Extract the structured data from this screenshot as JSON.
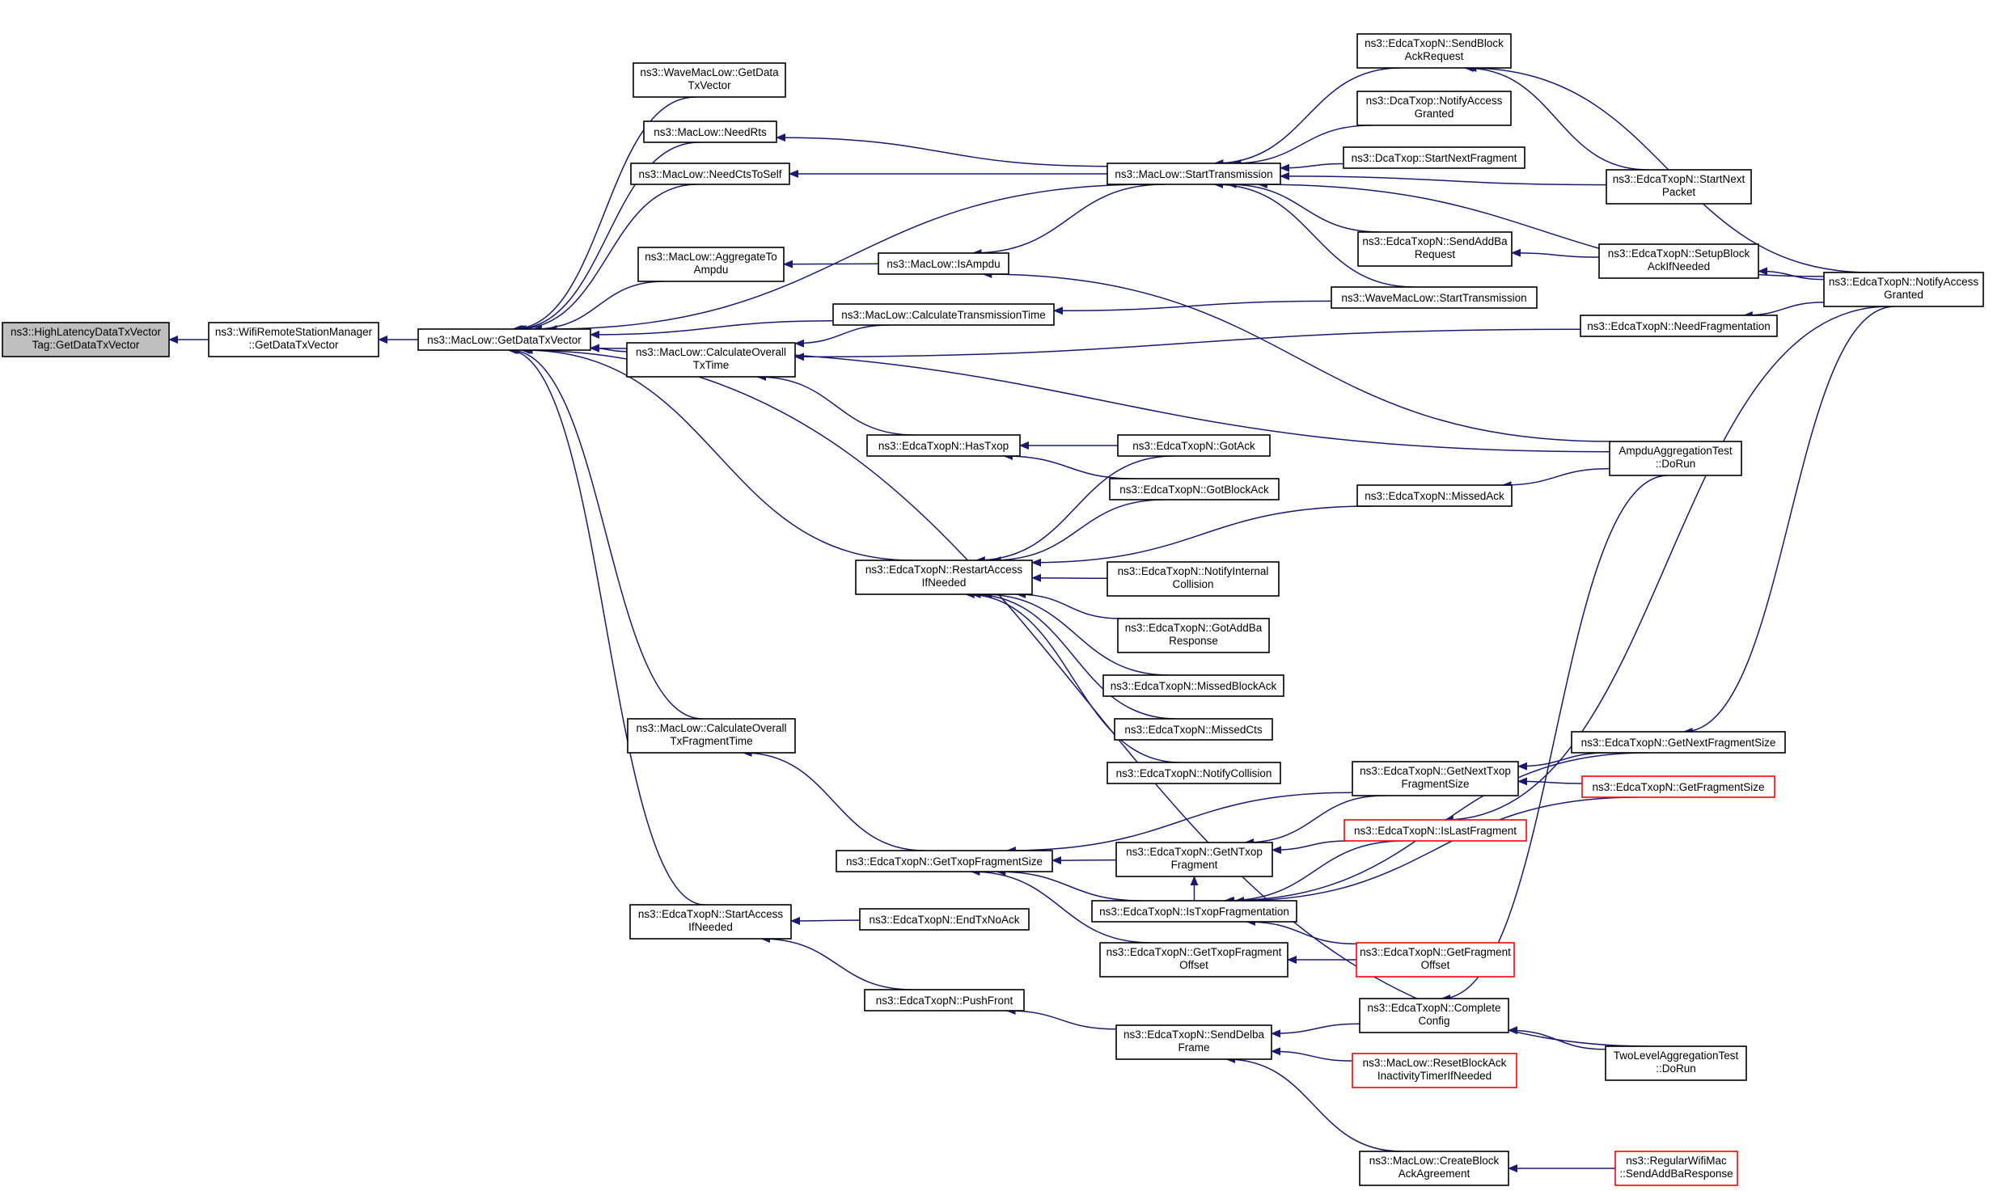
{
  "colors": {
    "edge": "#191970",
    "node_border": "#000000",
    "truncated_border": "#ff0000",
    "root_fill": "#bfbfbf",
    "node_fill": "#ffffff"
  },
  "nodes": [
    {
      "id": "n0",
      "lines": [
        "ns3::HighLatencyDataTxVector",
        "Tag::GetDataTxVector"
      ],
      "root": true
    },
    {
      "id": "n1",
      "lines": [
        "ns3::WifiRemoteStationManager",
        "::GetDataTxVector"
      ]
    },
    {
      "id": "n2",
      "lines": [
        "ns3::MacLow::GetDataTxVector"
      ]
    },
    {
      "id": "n3",
      "lines": [
        "ns3::WaveMacLow::GetData",
        "TxVector"
      ]
    },
    {
      "id": "n4",
      "lines": [
        "ns3::MacLow::NeedRts"
      ]
    },
    {
      "id": "n5",
      "lines": [
        "ns3::MacLow::NeedCtsToSelf"
      ]
    },
    {
      "id": "n6",
      "lines": [
        "ns3::MacLow::AggregateTo",
        "Ampdu"
      ]
    },
    {
      "id": "n7",
      "lines": [
        "ns3::MacLow::CalculateOverall",
        "TxTime"
      ]
    },
    {
      "id": "n8",
      "lines": [
        "ns3::MacLow::CalculateOverall",
        "TxFragmentTime"
      ]
    },
    {
      "id": "n9",
      "lines": [
        "ns3::EdcaTxopN::StartAccess",
        "IfNeeded"
      ]
    },
    {
      "id": "n10",
      "lines": [
        "ns3::MacLow::IsAmpdu"
      ]
    },
    {
      "id": "n11",
      "lines": [
        "ns3::MacLow::CalculateTransmissionTime"
      ]
    },
    {
      "id": "n12",
      "lines": [
        "ns3::EdcaTxopN::HasTxop"
      ]
    },
    {
      "id": "n13",
      "lines": [
        "ns3::EdcaTxopN::RestartAccess",
        "IfNeeded"
      ]
    },
    {
      "id": "n14",
      "lines": [
        "ns3::EdcaTxopN::GetTxopFragmentSize"
      ]
    },
    {
      "id": "n15",
      "lines": [
        "ns3::EdcaTxopN::EndTxNoAck"
      ]
    },
    {
      "id": "n16",
      "lines": [
        "ns3::EdcaTxopN::PushFront"
      ]
    },
    {
      "id": "n17",
      "lines": [
        "ns3::MacLow::StartTransmission"
      ]
    },
    {
      "id": "n18",
      "lines": [
        "ns3::EdcaTxopN::GotAck"
      ]
    },
    {
      "id": "n19",
      "lines": [
        "ns3::EdcaTxopN::GotBlockAck"
      ]
    },
    {
      "id": "n20",
      "lines": [
        "ns3::EdcaTxopN::NotifyInternal",
        "Collision"
      ]
    },
    {
      "id": "n21",
      "lines": [
        "ns3::EdcaTxopN::GotAddBa",
        "Response"
      ]
    },
    {
      "id": "n22",
      "lines": [
        "ns3::EdcaTxopN::MissedBlockAck"
      ]
    },
    {
      "id": "n23",
      "lines": [
        "ns3::EdcaTxopN::MissedCts"
      ]
    },
    {
      "id": "n24",
      "lines": [
        "ns3::EdcaTxopN::NotifyCollision"
      ]
    },
    {
      "id": "n25",
      "lines": [
        "ns3::EdcaTxopN::GetNTxop",
        "Fragment"
      ]
    },
    {
      "id": "n26",
      "lines": [
        "ns3::EdcaTxopN::IsTxopFragmentation"
      ]
    },
    {
      "id": "n27",
      "lines": [
        "ns3::EdcaTxopN::GetTxopFragment",
        "Offset"
      ]
    },
    {
      "id": "n28",
      "lines": [
        "ns3::EdcaTxopN::SendDelba",
        "Frame"
      ]
    },
    {
      "id": "n29",
      "lines": [
        "ns3::EdcaTxopN::SendBlock",
        "AckRequest"
      ]
    },
    {
      "id": "n30",
      "lines": [
        "ns3::DcaTxop::NotifyAccess",
        "Granted"
      ]
    },
    {
      "id": "n31",
      "lines": [
        "ns3::DcaTxop::StartNextFragment"
      ]
    },
    {
      "id": "n32",
      "lines": [
        "ns3::EdcaTxopN::SendAddBa",
        "Request"
      ]
    },
    {
      "id": "n33",
      "lines": [
        "ns3::WaveMacLow::StartTransmission"
      ]
    },
    {
      "id": "n34",
      "lines": [
        "ns3::EdcaTxopN::MissedAck"
      ]
    },
    {
      "id": "n35",
      "lines": [
        "ns3::EdcaTxopN::GetNextTxop",
        "FragmentSize"
      ]
    },
    {
      "id": "n36",
      "lines": [
        "ns3::EdcaTxopN::IsLastFragment"
      ],
      "truncated": true
    },
    {
      "id": "n37",
      "lines": [
        "ns3::EdcaTxopN::GetFragment",
        "Offset"
      ],
      "truncated": true
    },
    {
      "id": "n38",
      "lines": [
        "ns3::EdcaTxopN::Complete",
        "Config"
      ]
    },
    {
      "id": "n39",
      "lines": [
        "ns3::MacLow::ResetBlockAck",
        "InactivityTimerIfNeeded"
      ],
      "truncated": true
    },
    {
      "id": "n40",
      "lines": [
        "ns3::MacLow::CreateBlock",
        "AckAgreement"
      ]
    },
    {
      "id": "n41",
      "lines": [
        "ns3::EdcaTxopN::StartNext",
        "Packet"
      ]
    },
    {
      "id": "n42",
      "lines": [
        "ns3::EdcaTxopN::SetupBlock",
        "AckIfNeeded"
      ]
    },
    {
      "id": "n43",
      "lines": [
        "ns3::EdcaTxopN::NeedFragmentation"
      ]
    },
    {
      "id": "n44",
      "lines": [
        "AmpduAggregationTest",
        "::DoRun"
      ]
    },
    {
      "id": "n45",
      "lines": [
        "ns3::EdcaTxopN::GetNextFragmentSize"
      ]
    },
    {
      "id": "n46",
      "lines": [
        "ns3::EdcaTxopN::GetFragmentSize"
      ],
      "truncated": true
    },
    {
      "id": "n47",
      "lines": [
        "TwoLevelAggregationTest",
        "::DoRun"
      ]
    },
    {
      "id": "n48",
      "lines": [
        "ns3::RegularWifiMac",
        "::SendAddBaResponse"
      ],
      "truncated": true
    },
    {
      "id": "n49",
      "lines": [
        "ns3::EdcaTxopN::NotifyAccess",
        "Granted"
      ]
    }
  ],
  "edges": [
    [
      "n0",
      "n1"
    ],
    [
      "n1",
      "n2"
    ],
    [
      "n2",
      "n3"
    ],
    [
      "n2",
      "n4"
    ],
    [
      "n2",
      "n5"
    ],
    [
      "n2",
      "n6"
    ],
    [
      "n2",
      "n7"
    ],
    [
      "n2",
      "n8"
    ],
    [
      "n2",
      "n9"
    ],
    [
      "n2",
      "n11"
    ],
    [
      "n2",
      "n13"
    ],
    [
      "n2",
      "n17"
    ],
    [
      "n2",
      "n44"
    ],
    [
      "n2",
      "n47"
    ],
    [
      "n6",
      "n10"
    ],
    [
      "n7",
      "n11"
    ],
    [
      "n7",
      "n12"
    ],
    [
      "n7",
      "n43"
    ],
    [
      "n8",
      "n14"
    ],
    [
      "n9",
      "n15"
    ],
    [
      "n9",
      "n16"
    ],
    [
      "n10",
      "n17"
    ],
    [
      "n10",
      "n44"
    ],
    [
      "n11",
      "n33"
    ],
    [
      "n12",
      "n18"
    ],
    [
      "n12",
      "n19"
    ],
    [
      "n13",
      "n18"
    ],
    [
      "n13",
      "n19"
    ],
    [
      "n13",
      "n34"
    ],
    [
      "n13",
      "n20"
    ],
    [
      "n13",
      "n21"
    ],
    [
      "n13",
      "n22"
    ],
    [
      "n13",
      "n23"
    ],
    [
      "n13",
      "n24"
    ],
    [
      "n14",
      "n35"
    ],
    [
      "n14",
      "n25"
    ],
    [
      "n14",
      "n26"
    ],
    [
      "n14",
      "n27"
    ],
    [
      "n16",
      "n28"
    ],
    [
      "n4",
      "n17"
    ],
    [
      "n5",
      "n17"
    ],
    [
      "n17",
      "n29"
    ],
    [
      "n17",
      "n30"
    ],
    [
      "n17",
      "n31"
    ],
    [
      "n17",
      "n41"
    ],
    [
      "n17",
      "n32"
    ],
    [
      "n17",
      "n33"
    ],
    [
      "n17",
      "n49"
    ],
    [
      "n25",
      "n35"
    ],
    [
      "n25",
      "n36"
    ],
    [
      "n25",
      "n26"
    ],
    [
      "n26",
      "n45"
    ],
    [
      "n26",
      "n46"
    ],
    [
      "n26",
      "n36"
    ],
    [
      "n26",
      "n37"
    ],
    [
      "n27",
      "n37"
    ],
    [
      "n28",
      "n38"
    ],
    [
      "n28",
      "n39"
    ],
    [
      "n28",
      "n40"
    ],
    [
      "n29",
      "n41"
    ],
    [
      "n29",
      "n49"
    ],
    [
      "n32",
      "n42"
    ],
    [
      "n34",
      "n44"
    ],
    [
      "n35",
      "n45"
    ],
    [
      "n35",
      "n46"
    ],
    [
      "n36",
      "n49"
    ],
    [
      "n38",
      "n44"
    ],
    [
      "n38",
      "n47"
    ],
    [
      "n40",
      "n48"
    ],
    [
      "n42",
      "n49"
    ],
    [
      "n43",
      "n49"
    ],
    [
      "n45",
      "n49"
    ]
  ]
}
